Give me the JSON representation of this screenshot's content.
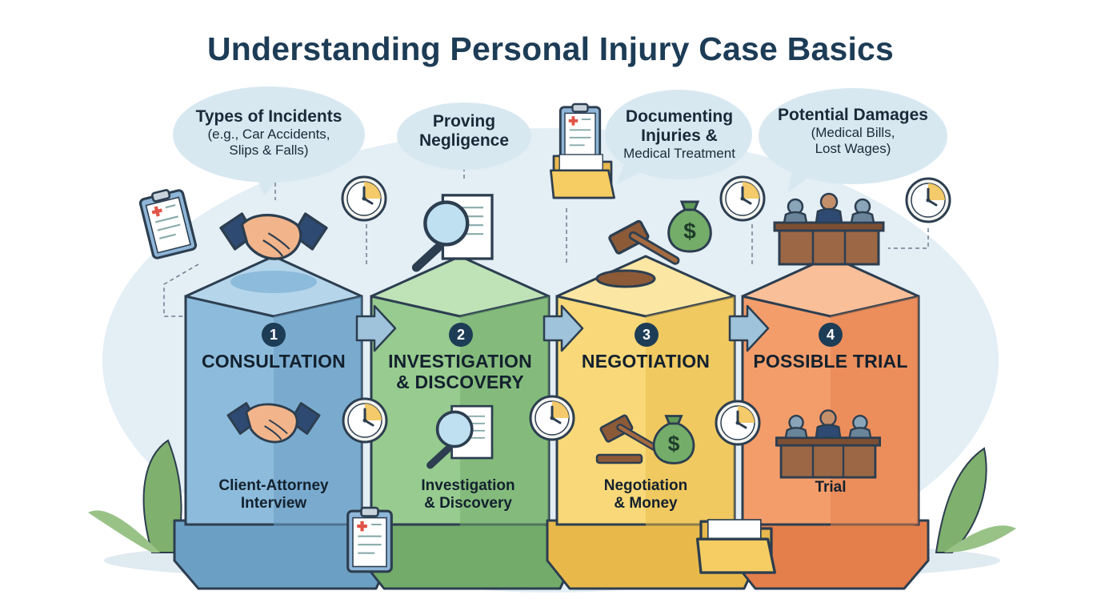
{
  "title": "Understanding Personal Injury Case Basics",
  "bubbles": [
    {
      "heading": "Types of Incidents",
      "lines": [
        "(e.g., Car Accidents,",
        "Slips & Falls)"
      ]
    },
    {
      "heading_lines": [
        "Proving",
        "Negligence"
      ]
    },
    {
      "heading_lines": [
        "Documenting",
        "Injuries &"
      ],
      "lines": [
        "Medical Treatment"
      ]
    },
    {
      "heading": "Potential Damages",
      "lines": [
        "(Medical Bills,",
        "Lost Wages)"
      ]
    }
  ],
  "stages": [
    {
      "number": "1",
      "title_lines": [
        "CONSULTATION"
      ],
      "caption_lines": [
        "Client-Attorney",
        "Interview"
      ],
      "color": "#7fb0d3"
    },
    {
      "number": "2",
      "title_lines": [
        "INVESTIGATION",
        "& DISCOVERY"
      ],
      "caption_lines": [
        "Investigation",
        "& Discovery"
      ],
      "color": "#8fc489"
    },
    {
      "number": "3",
      "title_lines": [
        "NEGOTIATION"
      ],
      "caption_lines": [
        "Negotiation",
        "& Money"
      ],
      "color": "#f7d06b"
    },
    {
      "number": "4",
      "title_lines": [
        "POSSIBLE TRIAL"
      ],
      "caption_lines": [
        "Trial"
      ],
      "color": "#f0935f"
    }
  ],
  "icons": {
    "clipboard": "medical-clipboard-icon",
    "handshake": "handshake-icon",
    "magnifier": "magnifying-glass-document-icon",
    "gavel": "gavel-icon",
    "money_bag": "money-bag-icon",
    "folder": "folder-icon",
    "courtroom": "courtroom-icon",
    "clock": "clock-icon",
    "money_symbol": "$"
  }
}
